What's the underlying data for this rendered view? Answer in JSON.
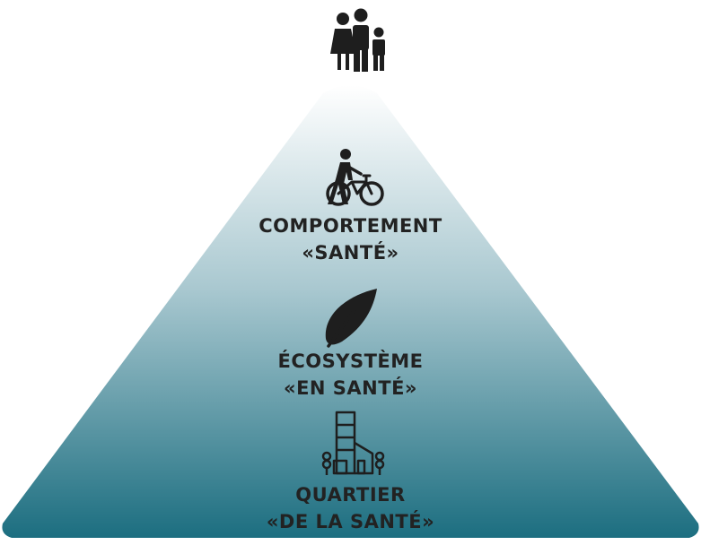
{
  "pyramid": {
    "colors": {
      "top": "#ffffff",
      "bottom": "#1c6e80",
      "icon": "#1e1e1e"
    },
    "top_icon": "family-icon",
    "levels": [
      {
        "icon": "pedestrian-with-bicycle-icon",
        "line1": "COMPORTEMENT",
        "line2": "«SANTÉ»"
      },
      {
        "icon": "leaf-icon",
        "line1": "ÉCOSYSTÈME",
        "line2": "«EN SANTÉ»"
      },
      {
        "icon": "building-with-trees-icon",
        "line1": "QUARTIER",
        "line2": "«DE LA SANTÉ»"
      }
    ]
  }
}
